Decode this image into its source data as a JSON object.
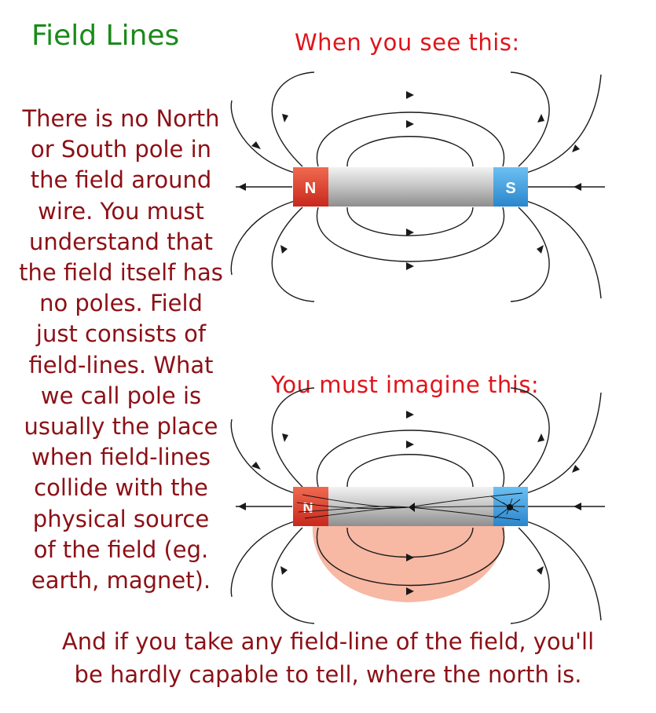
{
  "title": "Field Lines",
  "top_heading": "When you see this:",
  "bottom_heading": "You must imagine this:",
  "explanation_lines": [
    "There is no North",
    "or South pole in",
    "the field around",
    "wire. You must",
    "understand that",
    "the field itself has",
    "no poles. Field",
    "just consists of",
    "field-lines. What",
    "we call pole is",
    "usually the place",
    "when field-lines",
    "collide with the",
    "physical source",
    "of the field (eg.",
    "earth, magnet)."
  ],
  "footer_lines": [
    "And if you take any field-line of the field, you'll",
    "be hardly capable to tell, where the north is."
  ],
  "magnet": {
    "north_label": "N",
    "south_label": "S"
  },
  "colors": {
    "title": "#1a8a1a",
    "heading": "#e0141a",
    "body_text": "#8c1016",
    "north_pole": "#e23a2a",
    "south_pole": "#3d9fe0",
    "magnet_body": "#bdbdbd",
    "highlight_region": "#f7b8a4"
  }
}
